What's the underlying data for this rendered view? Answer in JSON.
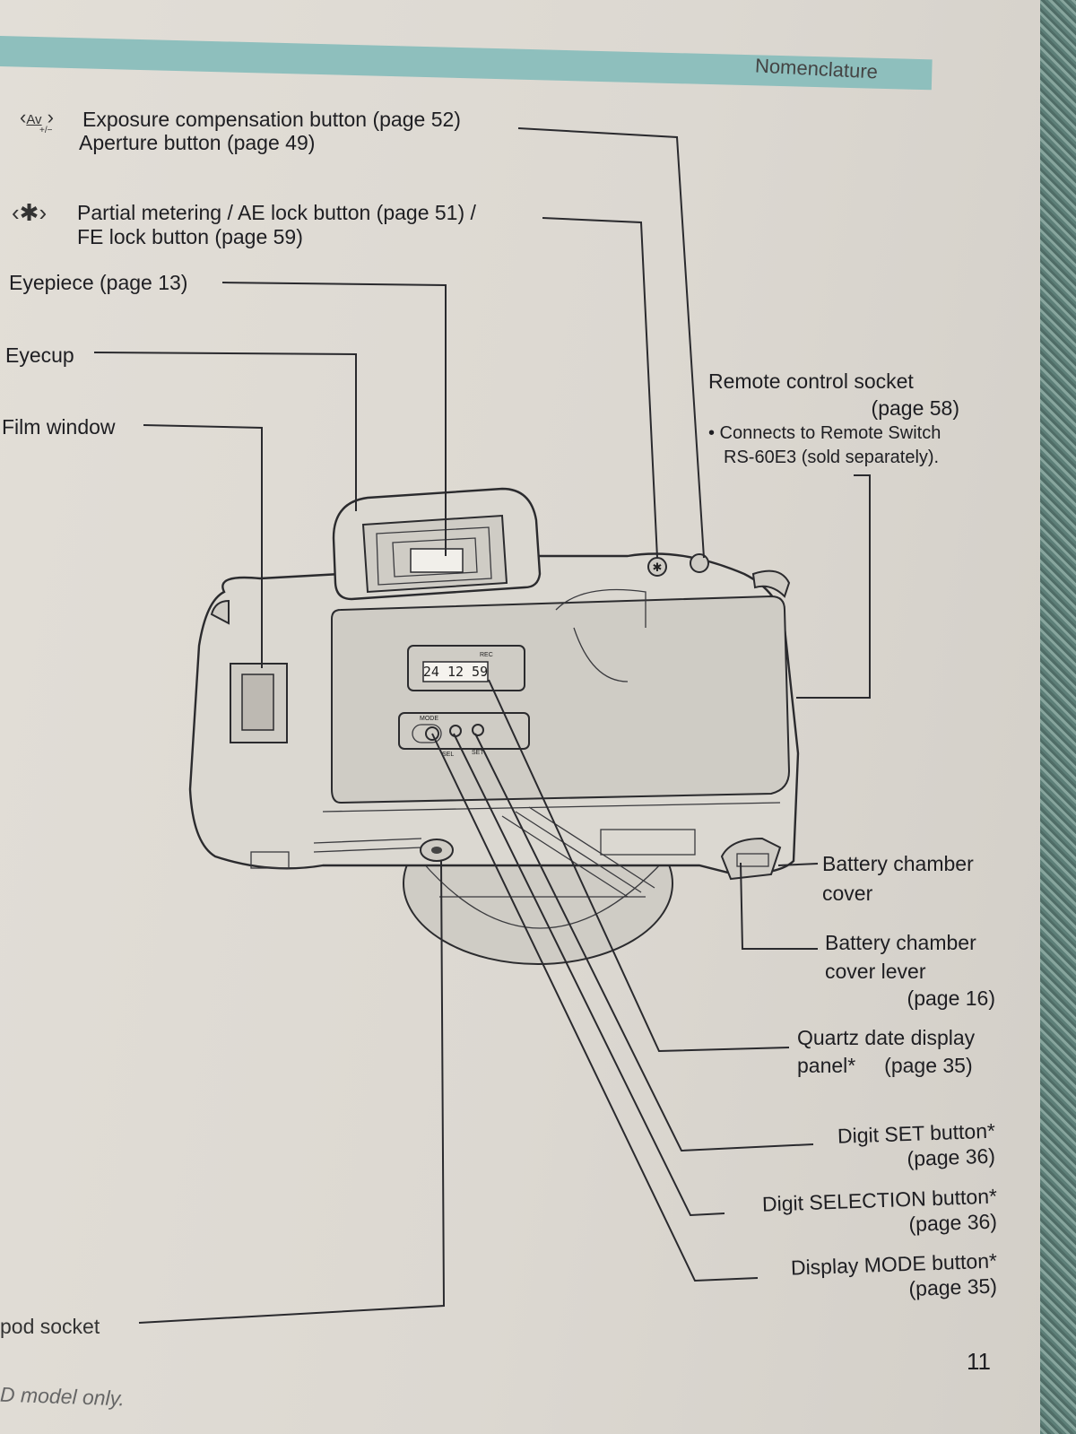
{
  "header": {
    "section_title": "Nomenclature"
  },
  "labels": {
    "av_symbol": "Av",
    "av_sub": "+/−",
    "exposure_comp": "Exposure compensation button (page 52)",
    "aperture": "Aperture button (page 49)",
    "partial_metering": "Partial metering / AE lock button (page 51) /",
    "fe_lock": "FE lock button (page 59)",
    "eyepiece": "Eyepiece (page 13)",
    "eyecup": "Eyecup",
    "film_window": "Film window",
    "remote_title": "Remote control socket",
    "remote_page": "(page 58)",
    "remote_note_1": "• Connects to Remote Switch",
    "remote_note_2": "RS-60E3 (sold separately).",
    "battery_cover_1": "Battery chamber",
    "battery_cover_2": "cover",
    "battery_lever_1": "Battery chamber",
    "battery_lever_2": "cover lever",
    "battery_lever_page": "(page 16)",
    "quartz_1": "Quartz date display",
    "quartz_2": "panel*     (page 35)",
    "digit_set_1": "Digit SET button*",
    "digit_set_2": "(page 36)",
    "digit_sel_1": "Digit SELECTION button*",
    "digit_sel_2": "(page 36)",
    "display_mode_1": "Display MODE button*",
    "display_mode_2": "(page 35)",
    "tripod": "pod socket",
    "footnote": "D model only."
  },
  "camera": {
    "date_display": "24 12 59",
    "rec_label": "REC",
    "mode_label": "MODE",
    "sel_label": "SEL",
    "set_label": "SET"
  },
  "page_number": "11"
}
